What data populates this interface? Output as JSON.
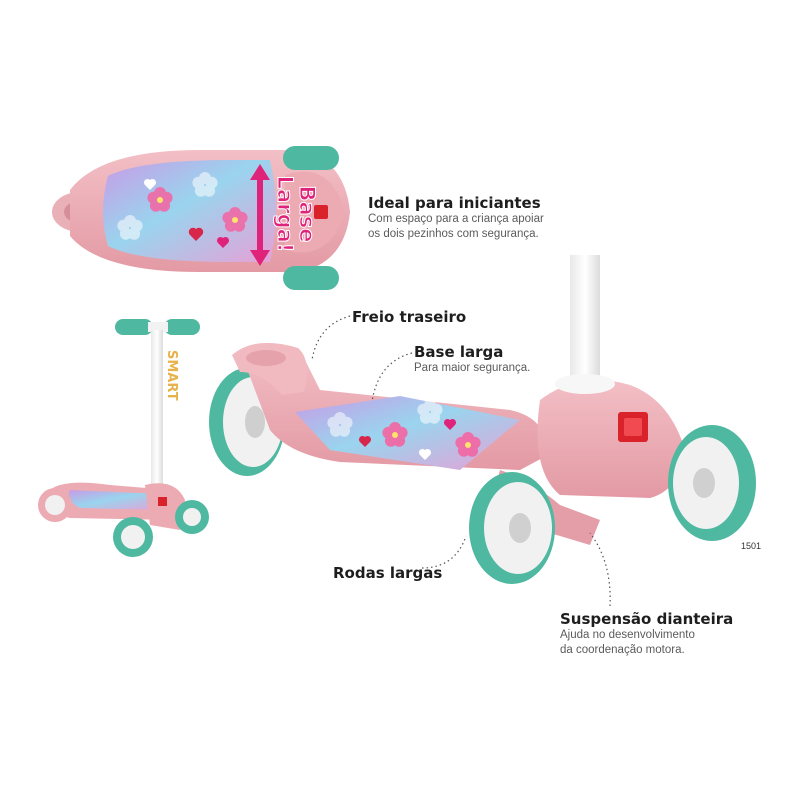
{
  "badge": {
    "line1": "Base",
    "line2": "Larga!"
  },
  "brand_vertical": "SMART",
  "callouts": {
    "ideal": {
      "title": "Ideal para iniciantes",
      "line1": "Com espaço para a criança apoiar",
      "line2": "os dois pezinhos com segurança."
    },
    "freio": {
      "title": "Freio traseiro"
    },
    "base": {
      "title": "Base larga",
      "line1": "Para maior segurança."
    },
    "rodas": {
      "title": "Rodas largas"
    },
    "suspensao": {
      "title": "Suspensão dianteira",
      "line1": "Ajuda no desenvolvimento",
      "line2": "da coordenação motora."
    }
  },
  "product_code": "1501",
  "colors": {
    "body_pink": "#ecaab2",
    "light_pink": "#f5c6cc",
    "teal": "#4fb8a0",
    "hub_white": "#f1f1f1",
    "red_light": "#d9222a",
    "magenta_arrow": "#e0237a"
  }
}
